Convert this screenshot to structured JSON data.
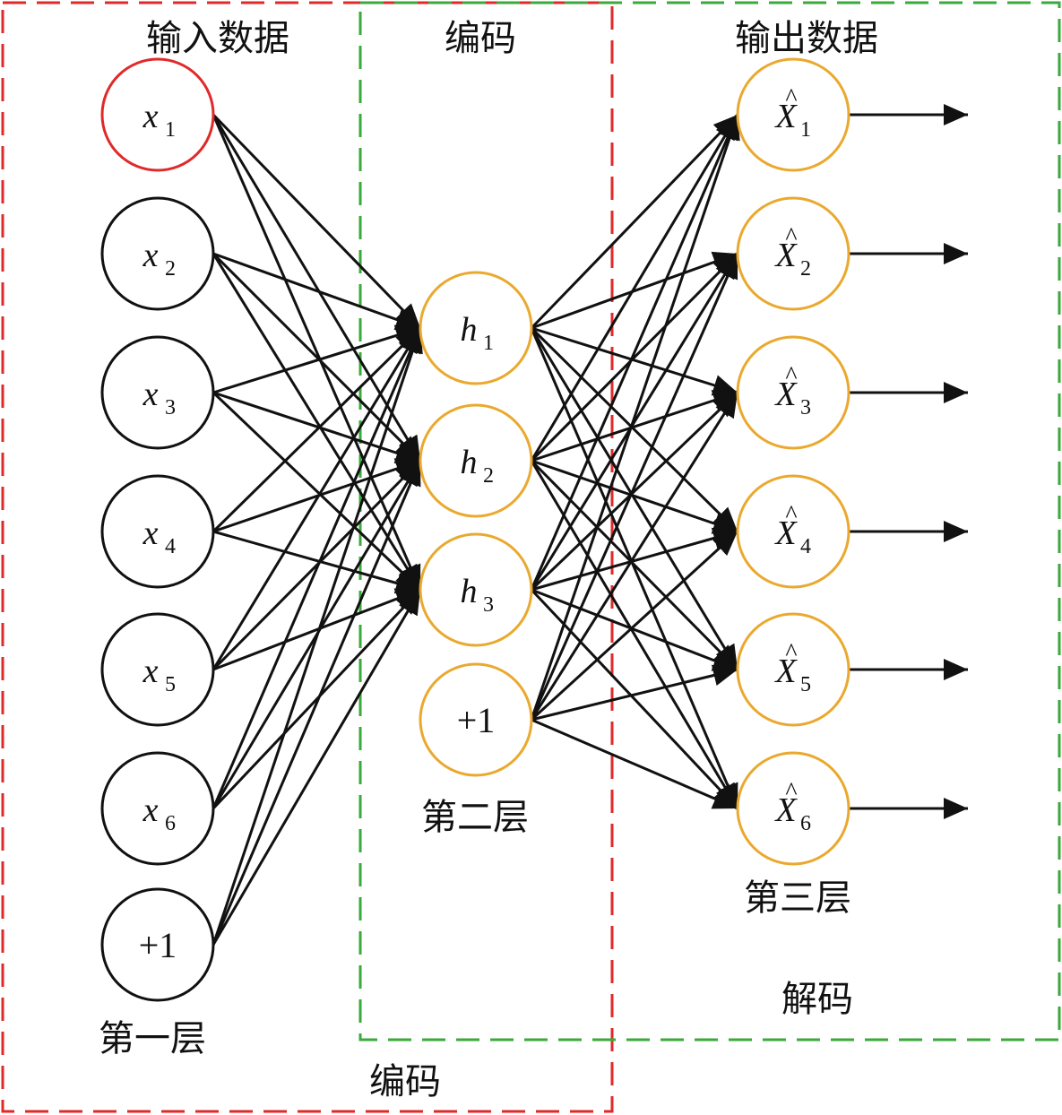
{
  "labels": {
    "input_data": "输入数据",
    "encode_top": "编码",
    "output_data": "输出数据",
    "layer1": "第一层",
    "layer2": "第二层",
    "layer3": "第三层",
    "encode_bottom": "编码",
    "decode": "解码"
  },
  "input_nodes": [
    {
      "var": "x",
      "sub": "1",
      "highlight": true
    },
    {
      "var": "x",
      "sub": "2",
      "highlight": false
    },
    {
      "var": "x",
      "sub": "3",
      "highlight": false
    },
    {
      "var": "x",
      "sub": "4",
      "highlight": false
    },
    {
      "var": "x",
      "sub": "5",
      "highlight": false
    },
    {
      "var": "x",
      "sub": "6",
      "highlight": false
    },
    {
      "plain": "+1",
      "highlight": false
    }
  ],
  "hidden_nodes": [
    {
      "var": "h",
      "sub": "1"
    },
    {
      "var": "h",
      "sub": "2"
    },
    {
      "var": "h",
      "sub": "3"
    },
    {
      "plain": "+1"
    }
  ],
  "output_nodes": [
    {
      "var": "X",
      "sub": "1",
      "hat": "^"
    },
    {
      "var": "X",
      "sub": "2",
      "hat": "^"
    },
    {
      "var": "X",
      "sub": "3",
      "hat": "^"
    },
    {
      "var": "X",
      "sub": "4",
      "hat": "^"
    },
    {
      "var": "X",
      "sub": "5",
      "hat": "^"
    },
    {
      "var": "X",
      "sub": "6",
      "hat": "^"
    }
  ],
  "colors": {
    "input_stroke": "#111111",
    "highlight_stroke": "#e02a2a",
    "hidden_stroke": "#eaa92e",
    "output_stroke": "#eaa92e",
    "edge": "#111111",
    "red_box": "#e02a2a",
    "green_box": "#3aaa3a"
  }
}
